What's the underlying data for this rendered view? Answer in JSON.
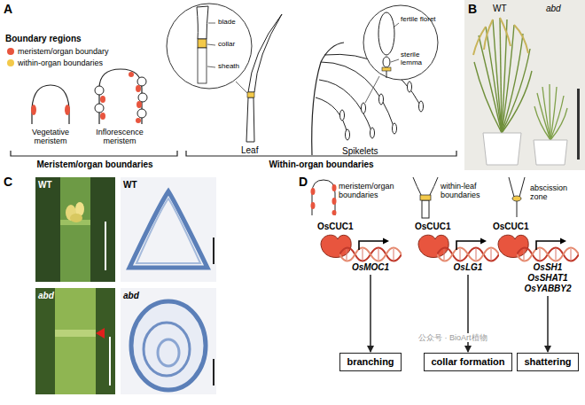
{
  "diagram": {
    "nodes": [
      {
        "text": [
          "OsMOC1"
        ]
      },
      {
        "text": [
          "OsLG1"
        ]
      },
      {
        "text": [
          "OsSH1",
          "OsSHAT1",
          "OsYABBY2"
        ]
      },
      {
        "text": [
          "branching"
        ]
      },
      {
        "text": [
          "collar formation"
        ]
      },
      {
        "text": [
          "shattering"
        ]
      }
    ],
    "edges": [
      {
        "from": 0,
        "to": 3,
        "arrow": "to"
      },
      {
        "from": 1,
        "to": 4,
        "arrow": "to"
      },
      {
        "from": 2,
        "to": 5,
        "arrow": "to"
      }
    ],
    "labels": [
      "A",
      "Boundary regions",
      "Vegetative meristem",
      "Inflorescence meristem",
      "Meristem/organ boundaries",
      "blade",
      "collar",
      "sheath",
      "Leaf",
      "fertile floret",
      "sterile lemma",
      "Spikelets",
      "Within-organ boundaries",
      "B",
      "WT",
      "abd",
      "C",
      "WT",
      "WT",
      "abd",
      "abd",
      "D",
      "meristem/organ boundaries",
      "within-leaf boundaries",
      "abscission zone",
      "OsCUC1",
      "OsCUC1",
      "OsCUC1",
      "公众号 · BioArt植物"
    ],
    "legend": [
      {
        "text": "meristem/organ boundary",
        "color": "#e8553e"
      },
      {
        "text": "within-organ boundaries",
        "color": "#f3c94a"
      }
    ]
  }
}
